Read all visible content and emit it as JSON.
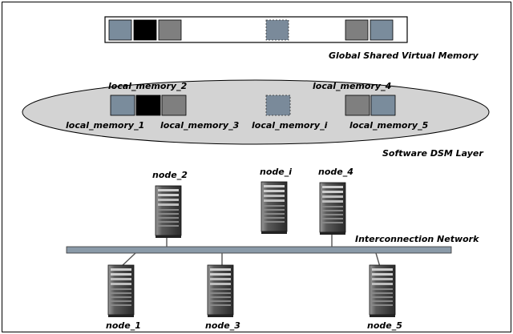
{
  "global_memory_label": "Global Shared Virtual Memory",
  "dsm_layer_label": "Software DSM Layer",
  "network_label": "Interconnection Network",
  "local_memories": {
    "lm1": "local_memory_1",
    "lm2": "local_memory_2",
    "lm3": "local_memory_3",
    "lmi": "local_memory_i",
    "lm4": "local_memory_4",
    "lm5": "local_memory_5"
  },
  "nodes": {
    "n1": "node_1",
    "n2": "node_2",
    "n3": "node_3",
    "ni": "node_i",
    "n4": "node_4",
    "n5": "node_5"
  },
  "colors": {
    "block_steel": "#7a8c9c",
    "block_black": "#000000",
    "block_gray": "#7f7f7f",
    "block_dashed": "#7a8a9a",
    "ellipse_fill": "#d3d3d3",
    "network_bar": "#8a9aa8"
  }
}
